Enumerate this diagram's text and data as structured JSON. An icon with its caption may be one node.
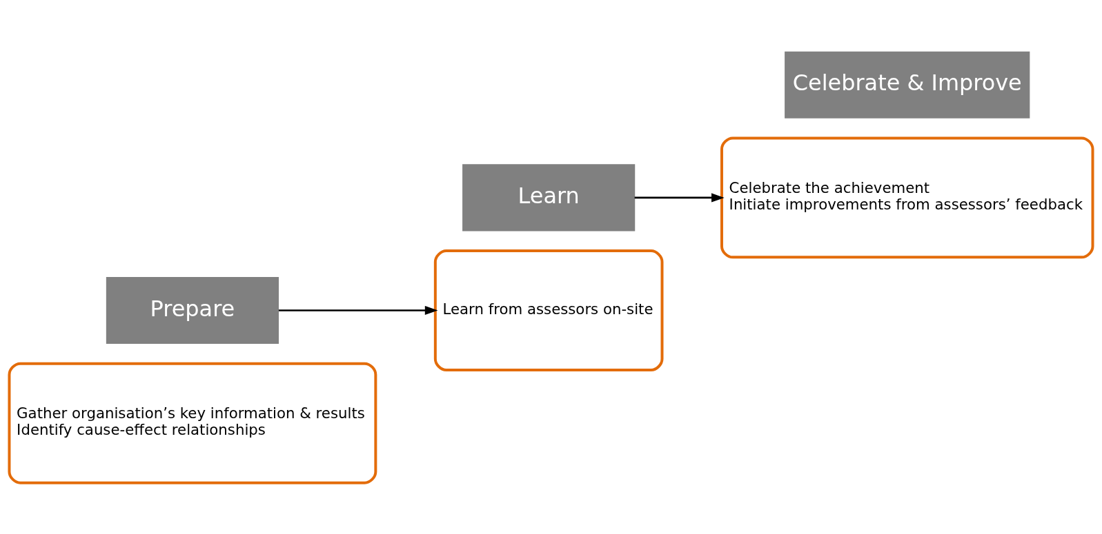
{
  "diagram": {
    "nodes": [
      {
        "text": [
          "Gather organisation’s key information & results",
          "Identify cause-effect relationships"
        ]
      },
      {
        "text": [
          "Prepare"
        ]
      },
      {
        "text": [
          "Learn"
        ]
      },
      {
        "text": [
          "Learn from assessors on-site"
        ]
      },
      {
        "text": [
          "Celebrate the achievement",
          "Initiate improvements from assessors’ feedback"
        ]
      },
      {
        "text": [
          "Celebrate & Improve"
        ]
      }
    ],
    "edges": [
      {
        "from": 1,
        "to": 3,
        "arrow": "to"
      },
      {
        "from": 2,
        "to": 4,
        "arrow": "to"
      }
    ]
  }
}
